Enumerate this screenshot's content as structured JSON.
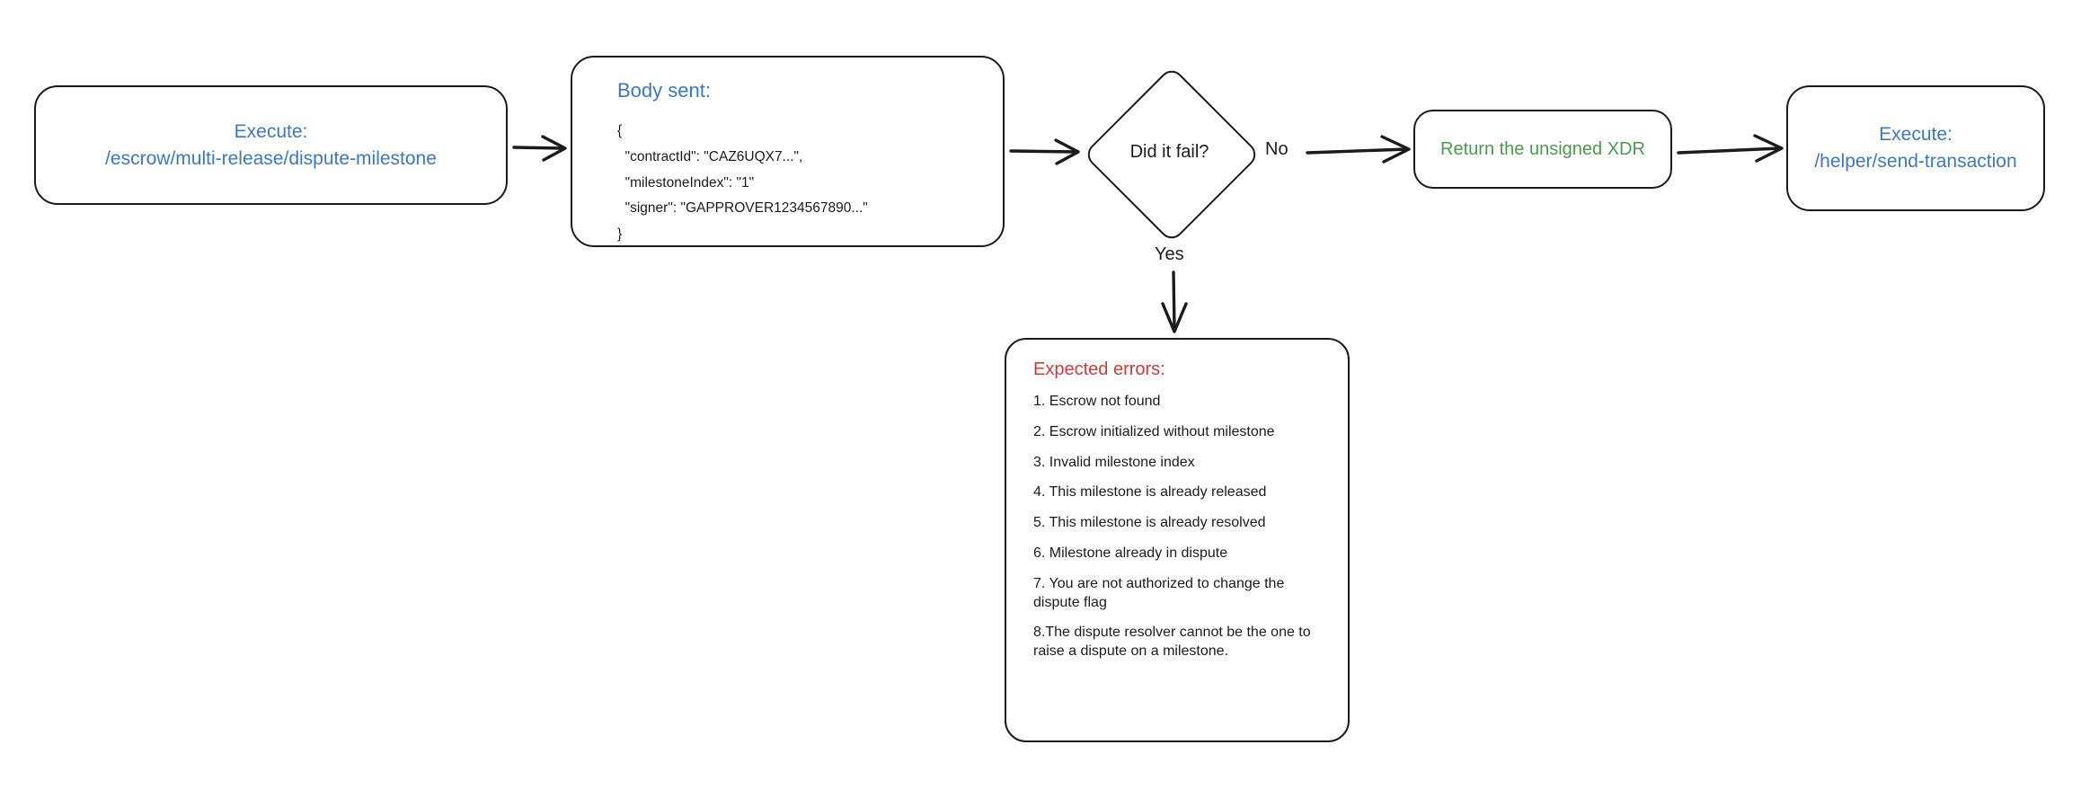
{
  "diagram": {
    "nodes": {
      "execute_dispute": {
        "title": "Execute:",
        "endpoint": "/escrow/multi-release/dispute-milestone",
        "text": "Execute:\n/escrow/multi-release/dispute-milestone",
        "text_color": "#3b78c3"
      },
      "body_sent": {
        "heading": "Body sent:",
        "heading_color": "#3b78c3",
        "json": "{\n  \"contractId\": \"CAZ6UQX7...\",\n  \"milestoneIndex\": \"1\"\n  \"signer\": \"GAPPROVER1234567890...\"\n}"
      },
      "decision": {
        "label": "Did it fail?",
        "text_color": "#1b1b1f"
      },
      "return_xdr": {
        "label": "Return the unsigned XDR",
        "text_color": "#4a9a4f"
      },
      "execute_send": {
        "title": "Execute:",
        "endpoint": "/helper/send-transaction",
        "text": "Execute:\n/helper/send-transaction",
        "text_color": "#3b78c3"
      },
      "expected_errors": {
        "heading": "Expected errors:",
        "heading_color": "#d03b35",
        "items": [
          "1. Escrow not found",
          "2. Escrow initialized without milestone",
          "3. Invalid milestone index",
          "4. This milestone is already released",
          "5. This milestone is already resolved",
          "6. Milestone already in dispute",
          "7. You are not authorized to change the dispute flag",
          "8.The dispute resolver cannot be the one to raise a dispute on a milestone."
        ]
      }
    },
    "edge_labels": {
      "no": "No",
      "yes": "Yes"
    },
    "stroke_color": "#1b1b1f",
    "background": "#ffffff"
  }
}
